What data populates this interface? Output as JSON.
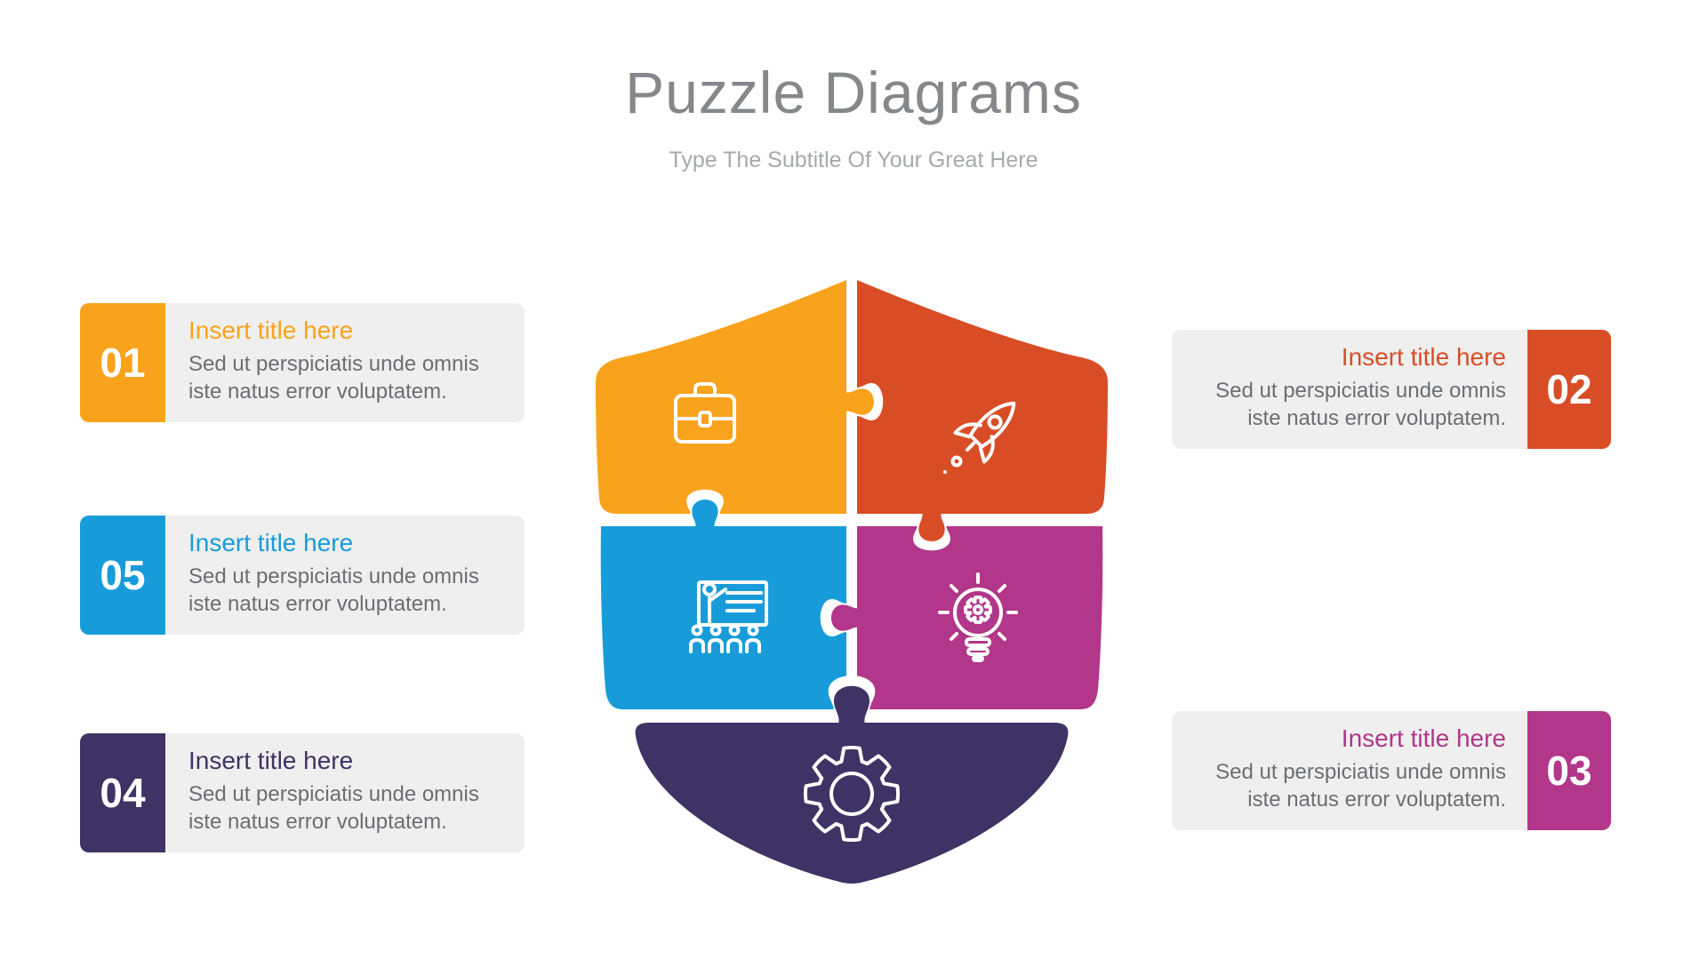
{
  "header": {
    "title": "Puzzle Diagrams",
    "subtitle": "Type The Subtitle Of Your Great Here"
  },
  "colors": {
    "yellow": "#F9A21B",
    "red": "#D94D26",
    "blue": "#189CD9",
    "magenta": "#B23689",
    "purple": "#3F3264",
    "title_gray": "#85878A",
    "subtitle_gray": "#A7A9AC",
    "body_gray": "#6D6E71",
    "card_bg": "#EFEFEF"
  },
  "cards": {
    "left": [
      {
        "number": "01",
        "title": "Insert title here",
        "body": "Sed ut perspiciatis unde omnis iste natus error voluptatem.",
        "color": "#F9A21B"
      },
      {
        "number": "05",
        "title": "Insert title here",
        "body": "Sed ut perspiciatis unde omnis iste natus error voluptatem.",
        "color": "#189CD9"
      },
      {
        "number": "04",
        "title": "Insert title here",
        "body": "Sed ut perspiciatis unde omnis iste natus error voluptatem.",
        "color": "#3F3264"
      }
    ],
    "right": [
      {
        "number": "02",
        "title": "Insert title here",
        "body": "Sed ut perspiciatis unde omnis iste natus error voluptatem.",
        "color": "#D94D26"
      },
      {
        "number": "03",
        "title": "Insert title here",
        "body": "Sed ut perspiciatis unde omnis iste natus error voluptatem.",
        "color": "#B23689"
      }
    ]
  },
  "puzzle": {
    "shape": "shield of 5 puzzle pieces",
    "pieces": [
      {
        "position": "top-left",
        "color": "#F9A21B",
        "icon": "briefcase-icon"
      },
      {
        "position": "top-right",
        "color": "#D94D26",
        "icon": "rocket-icon"
      },
      {
        "position": "middle-left",
        "color": "#189CD9",
        "icon": "presentation-icon"
      },
      {
        "position": "middle-right",
        "color": "#B23689",
        "icon": "idea-bulb-icon"
      },
      {
        "position": "bottom",
        "color": "#3F3264",
        "icon": "gear-icon"
      }
    ]
  }
}
